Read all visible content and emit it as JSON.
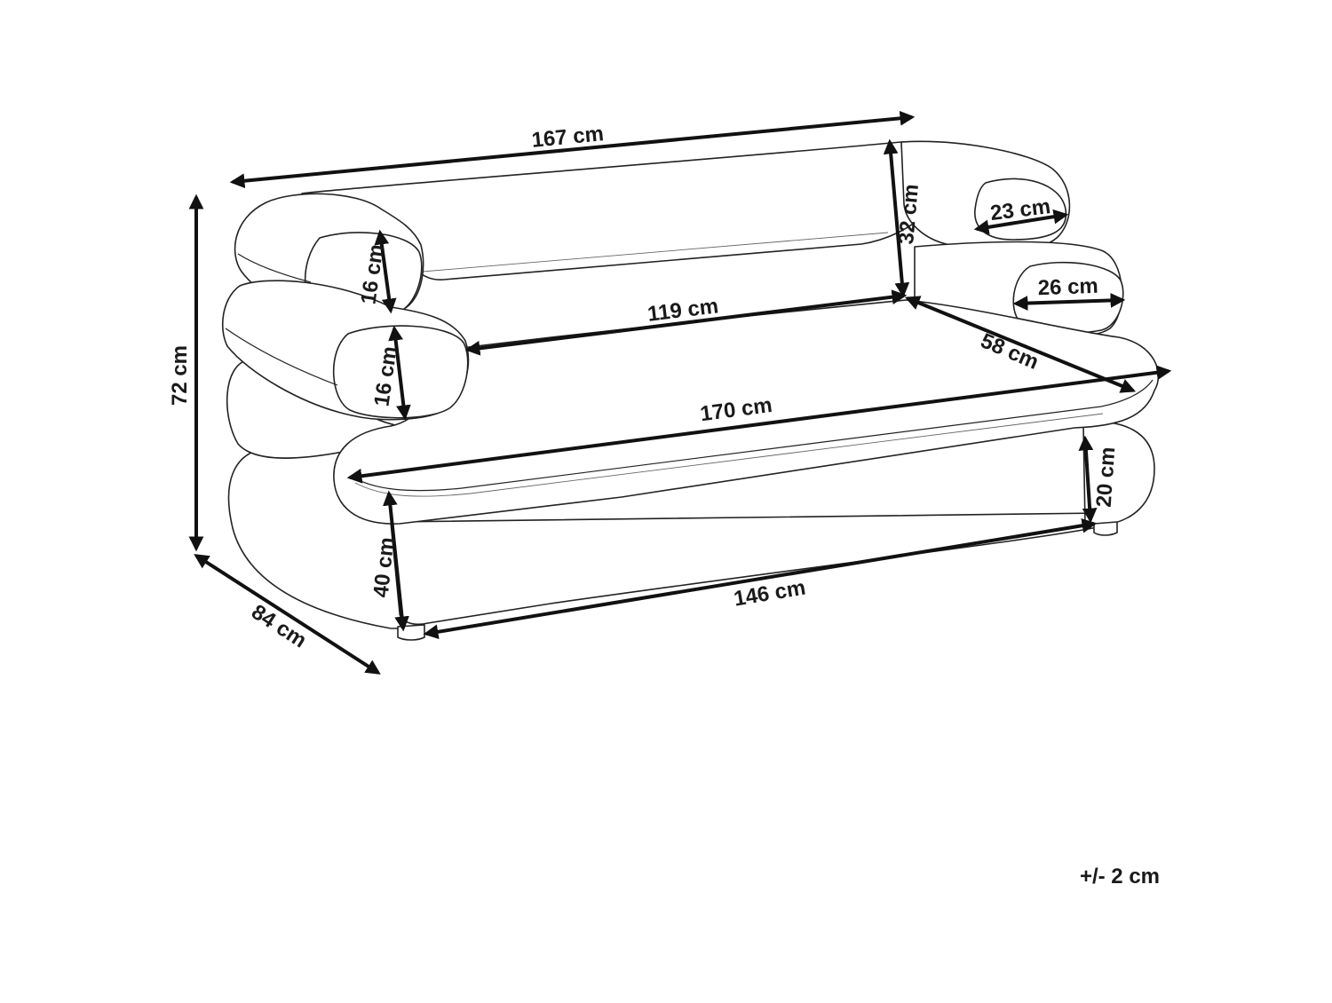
{
  "diagram": {
    "dimensions": {
      "overall_width_top": "167 cm",
      "total_height": "72 cm",
      "total_depth": "84 cm",
      "left_back_cushion_height": "16 cm",
      "left_arm_height": "16 cm",
      "backrest_height": "32 cm",
      "right_back_cushion_depth": "23 cm",
      "right_arm_depth": "26 cm",
      "inner_seat_width": "119 cm",
      "seat_depth": "58 cm",
      "seat_width": "170 cm",
      "seat_cushion_height": "20 cm",
      "seat_height": "40 cm",
      "base_width": "146 cm"
    },
    "tolerance": "+/- 2 cm"
  }
}
